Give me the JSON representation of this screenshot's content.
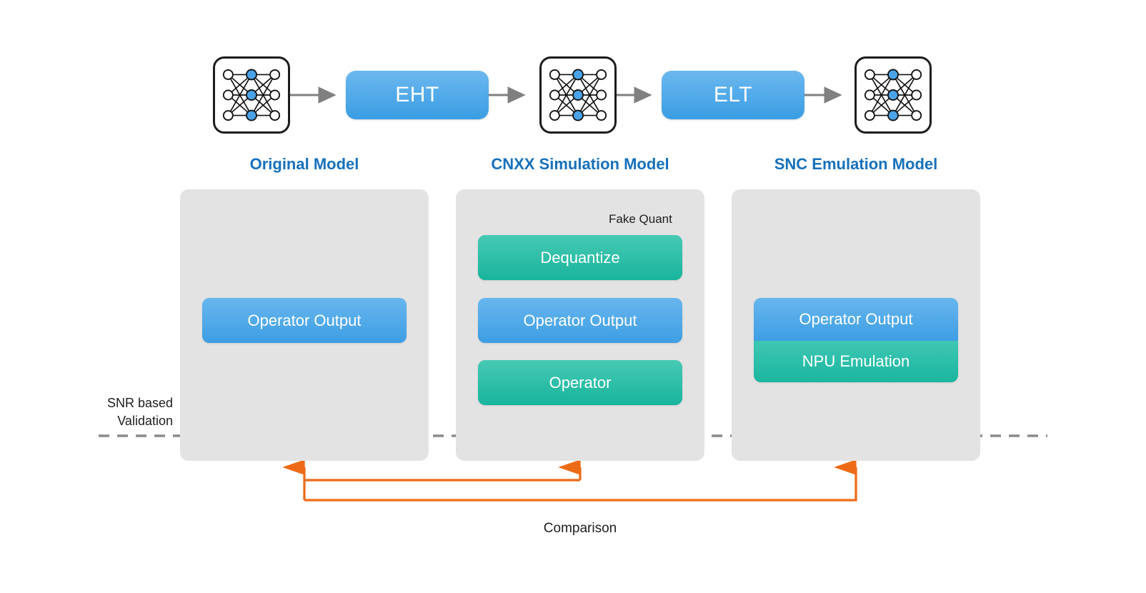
{
  "pipeline": {
    "nodes": [
      {
        "name": "original-network-icon",
        "label": ""
      },
      {
        "name": "ehtbox",
        "label": "EHT"
      },
      {
        "name": "simulation-network-icon",
        "label": ""
      },
      {
        "name": "eltbox",
        "label": "ELT"
      },
      {
        "name": "emulation-network-icon",
        "label": ""
      }
    ],
    "stage_labels": {
      "first": "EHT",
      "second": "ELT"
    }
  },
  "columns": [
    {
      "title": "Original Model",
      "blocks": [
        {
          "label": "Operator Output",
          "color": "#3d9ee4",
          "style": "blue"
        }
      ]
    },
    {
      "title": "CNXX Simulation Model",
      "annotation": "Fake Quant",
      "blocks": [
        {
          "label": "Dequantize",
          "color": "#18b49c",
          "style": "teal"
        },
        {
          "label": "Operator Output",
          "color": "#3d9ee4",
          "style": "blue"
        },
        {
          "label": "Operator",
          "color": "#18b49c",
          "style": "teal"
        }
      ]
    },
    {
      "title": "SNC Emulation Model",
      "blocks": [
        {
          "label": "Operator Output",
          "color": "#3d9ee4",
          "style": "blue-top"
        },
        {
          "label": "NPU Emulation",
          "color": "#1ab6a0",
          "style": "teal-bottom"
        }
      ]
    }
  ],
  "validation": {
    "side_label_line1": "SNR based",
    "side_label_line2": "Validation",
    "comparison_label": "Comparison"
  },
  "colors": {
    "header_blue": "#1671bb",
    "block_blue": "#3d9ee4",
    "block_teal": "#18b49c",
    "panel_gray": "#e3e3e3",
    "arrow_gray": "#808080",
    "comparison_orange": "#ed6b16",
    "line_dark": "#595959"
  }
}
